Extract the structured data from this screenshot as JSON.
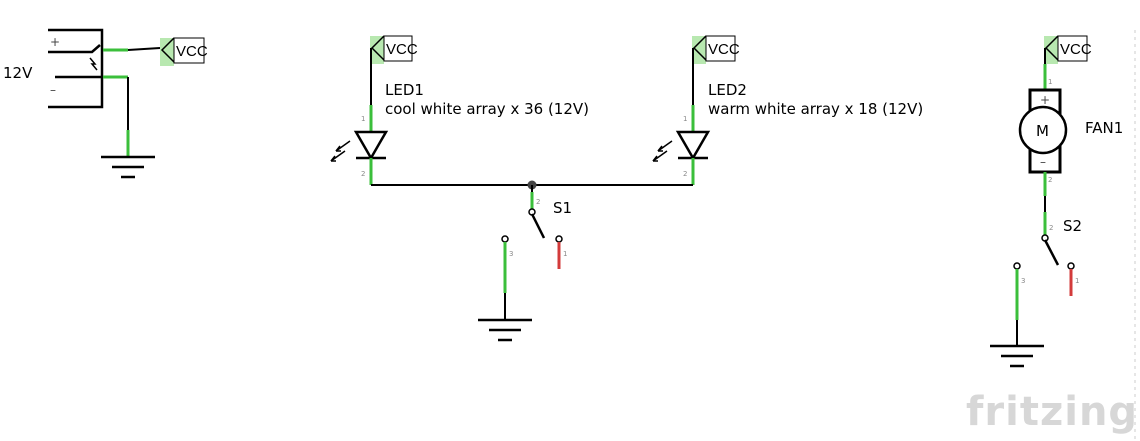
{
  "power_supply": {
    "label": "12V",
    "plus": "+",
    "minus": "–"
  },
  "vcc_label": "VCC",
  "led1": {
    "name": "LED1",
    "desc": "cool white array x 36 (12V)",
    "pin1": "1",
    "pin2": "2"
  },
  "led2": {
    "name": "LED2",
    "desc": "warm white array x 18 (12V)",
    "pin1": "1",
    "pin2": "2"
  },
  "fan": {
    "name": "FAN1",
    "motor_letter": "M",
    "plus": "+",
    "minus": "–",
    "pin1": "1",
    "pin2": "2"
  },
  "switch1": {
    "name": "S1",
    "pin2": "2",
    "pin3": "3",
    "pin1": "1"
  },
  "switch2": {
    "name": "S2",
    "pin2": "2",
    "pin3": "3",
    "pin1": "1"
  },
  "logo": "fritzing",
  "colors": {
    "wire": "#000000",
    "connected_pin": "#3bbf3b",
    "open_pin": "#d33b3b",
    "flag_fill": "#b8e8b0",
    "logo": "#d7d7d7"
  }
}
